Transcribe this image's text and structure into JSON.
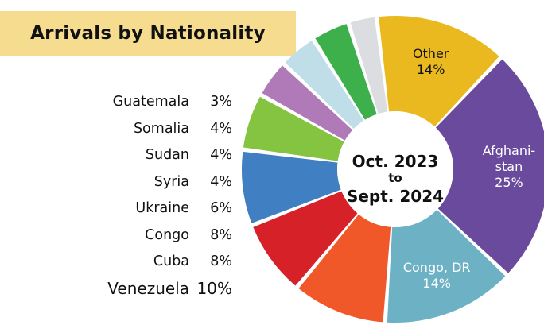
{
  "chart_data": {
    "type": "pie",
    "title": "Arrivals by Nationality",
    "center_label": [
      "Oct. 2023",
      "to",
      "Sept. 2024"
    ],
    "slices": [
      {
        "label": "Other",
        "value": 14,
        "pct_label": "14%",
        "color": "#eab91f",
        "label_lines": [
          "Other",
          "14%"
        ],
        "label_color": "#111111"
      },
      {
        "label": "Afghanistan",
        "value": 25,
        "pct_label": "25%",
        "color": "#6a4a9c",
        "label_lines": [
          "Afghani-",
          "stan",
          "25%"
        ],
        "label_color": "#ffffff"
      },
      {
        "label": "Congo, DR",
        "value": 14,
        "pct_label": "14%",
        "color": "#6cb1c4",
        "label_lines": [
          "Congo, DR",
          "14%"
        ],
        "label_color": "#ffffff"
      },
      {
        "label": "Venezuela",
        "value": 10,
        "pct_label": "10%",
        "color": "#f0582a",
        "label_lines": [],
        "label_color": "#ffffff"
      },
      {
        "label": "Cuba",
        "value": 8,
        "pct_label": "8%",
        "color": "#d72128",
        "label_lines": [],
        "label_color": "#ffffff"
      },
      {
        "label": "Congo",
        "value": 8,
        "pct_label": "8%",
        "color": "#3f7fc2",
        "label_lines": [],
        "label_color": "#ffffff"
      },
      {
        "label": "Ukraine",
        "value": 6,
        "pct_label": "6%",
        "color": "#85c441",
        "label_lines": [],
        "label_color": "#ffffff"
      },
      {
        "label": "Syria",
        "value": 4,
        "pct_label": "4%",
        "color": "#b07ab9",
        "label_lines": [],
        "label_color": "#ffffff"
      },
      {
        "label": "Sudan",
        "value": 4,
        "pct_label": "4%",
        "color": "#bfdee7",
        "label_lines": [],
        "label_color": "#ffffff"
      },
      {
        "label": "Somalia",
        "value": 4,
        "pct_label": "4%",
        "color": "#3db04b",
        "label_lines": [],
        "label_color": "#ffffff"
      },
      {
        "label": "Guatemala",
        "value": 3,
        "pct_label": "3%",
        "color": "#dcdde0",
        "label_lines": [],
        "label_color": "#ffffff"
      }
    ],
    "legend": [
      {
        "label": "Guatemala",
        "pct": "3%"
      },
      {
        "label": "Somalia",
        "pct": "4%"
      },
      {
        "label": "Sudan",
        "pct": "4%"
      },
      {
        "label": "Syria",
        "pct": "4%"
      },
      {
        "label": "Ukraine",
        "pct": "6%"
      },
      {
        "label": "Congo",
        "pct": "8%"
      },
      {
        "label": "Cuba",
        "pct": "8%"
      },
      {
        "label": "Venezuela",
        "pct": "10%"
      }
    ],
    "legend_placement": "left"
  }
}
